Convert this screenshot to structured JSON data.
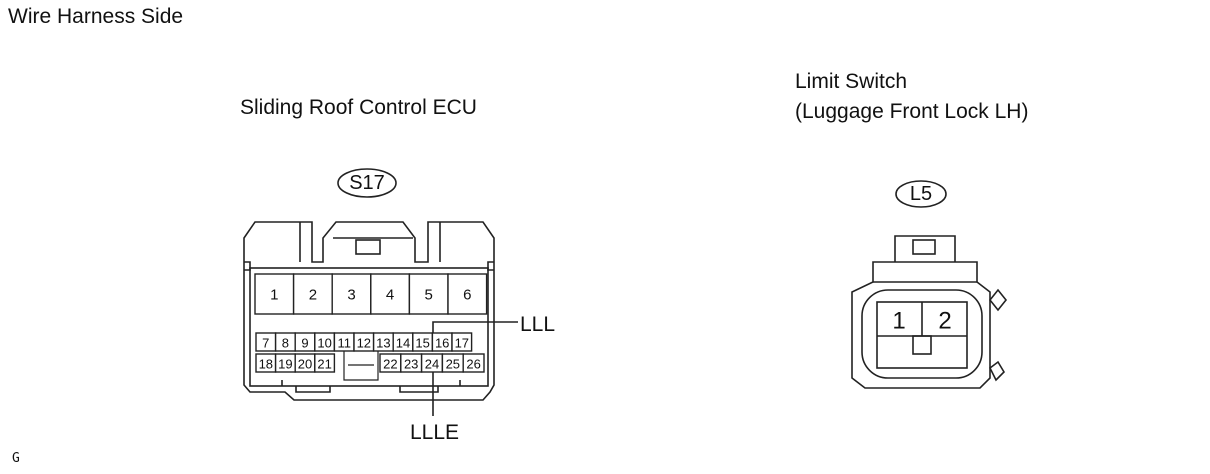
{
  "page_title": "Wire Harness Side",
  "ecu": {
    "title": "Sliding Roof Control ECU",
    "connector_code": "S17",
    "pins_top": [
      "1",
      "2",
      "3",
      "4",
      "5",
      "6"
    ],
    "pins_mid": [
      "7",
      "8",
      "9",
      "10",
      "11",
      "12",
      "13",
      "14",
      "15",
      "16",
      "17"
    ],
    "pins_bottom_left": [
      "18",
      "19",
      "20",
      "21"
    ],
    "pins_bottom_right": [
      "22",
      "23",
      "24",
      "25",
      "26"
    ],
    "labels": {
      "lll": "LLL",
      "llle": "LLLE"
    }
  },
  "switch": {
    "title_line1": "Limit Switch",
    "title_line2": "(Luggage Front Lock LH)",
    "connector_code": "L5",
    "pins": [
      "1",
      "2"
    ]
  },
  "figure_code": "G"
}
